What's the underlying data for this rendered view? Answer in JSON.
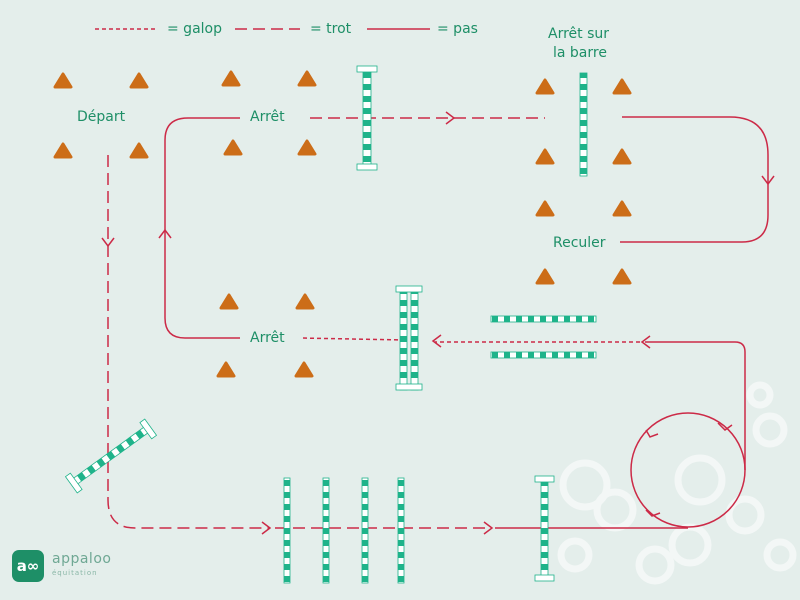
{
  "legend": {
    "galop": "= galop",
    "trot": "= trot",
    "pas": "= pas"
  },
  "labels": {
    "depart": "Départ",
    "arret_top": "Arrêt",
    "arret_barre_line1": "Arrêt sur",
    "arret_barre_line2": "la barre",
    "reculer": "Reculer",
    "arret_middle": "Arrêt"
  },
  "logo": {
    "symbol": "a∞",
    "name": "appaloo",
    "tagline": "équitation"
  },
  "colors": {
    "background": "#e4eeeb",
    "route": "#cc2a47",
    "cone": "#cc6d18",
    "pole_stripe": "#1fb38a",
    "pole_white": "#ffffff",
    "label_text": "#1e8f67",
    "watermark_rings": "#f1f5f4"
  }
}
